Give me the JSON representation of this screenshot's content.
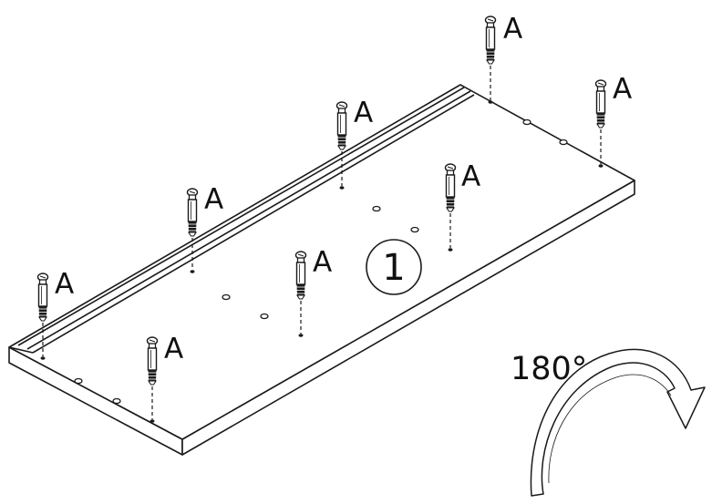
{
  "step": {
    "number": "1"
  },
  "part_label": "A",
  "rotation": {
    "label": "180°"
  },
  "colors": {
    "ink": "#1a1a1a",
    "panel_fill": "#ffffff"
  },
  "icons": {
    "step_marker": "circle",
    "rotation_arrow": "curved-arrow",
    "fastener": "cam-dowel"
  }
}
